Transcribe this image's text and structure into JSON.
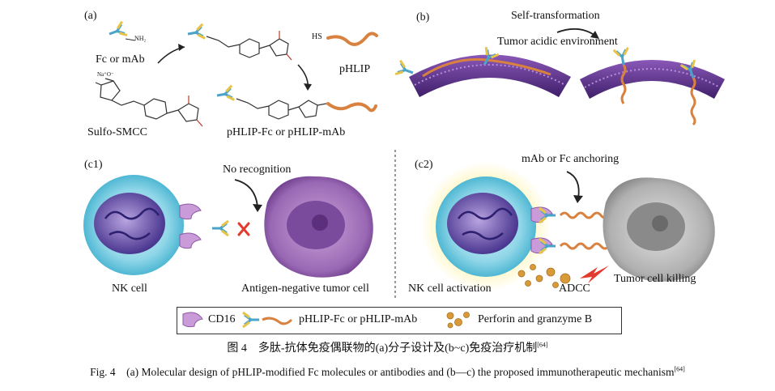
{
  "panels": {
    "a": {
      "letter": "(a)",
      "fc_or_mab": "Fc or mAb",
      "sulfo_smcc": "Sulfo-SMCC",
      "phlip": "pHLIP",
      "conjugate": "pHLIP-Fc or pHLIP-mAb",
      "hs_label": "HS",
      "nh2_label": "NH₂",
      "na_label": "Na⁺O⁻"
    },
    "b": {
      "letter": "(b)",
      "self_transformation": "Self-transformation",
      "tumor_acidic": "Tumor acidic environment"
    },
    "c1": {
      "letter": "(c1)",
      "no_recognition": "No recognition",
      "nk_cell": "NK cell",
      "antigen_negative": "Antigen-negative tumor cell"
    },
    "c2": {
      "letter": "(c2)",
      "anchoring": "mAb or Fc anchoring",
      "nk_activation": "NK cell activation",
      "adcc": "ADCC",
      "killing": "Tumor cell killing"
    }
  },
  "legend": {
    "cd16": "CD16",
    "conjugate": "pHLIP-Fc or pHLIP-mAb",
    "perforin": "Perforin and granzyme B"
  },
  "caption": {
    "cn_main": "图 4　多肽-抗体免疫偶联物的(a)分子设计及(b~c)免疫治疗机制",
    "cn_ref": "[64]",
    "en_main": "Fig. 4　(a) Molecular design of pHLIP-modified Fc molecules or antibodies and (b—c) the proposed immunotherapeutic mechanism",
    "en_ref": "[64]"
  },
  "colors": {
    "antibody_blue": "#4aa3c8",
    "antibody_yellow": "#e7c34a",
    "phlip_orange": "#d9823f",
    "membrane_purple": "#6b3b8f",
    "nk_cyan": "#7fd3e6",
    "tumor_purple": "#9b6bb5",
    "tumor_grey": "#a8a8a8",
    "cd16_purple": "#c99bd8",
    "kill_red": "#e23b2e",
    "perforin_gold": "#d99a3a"
  }
}
